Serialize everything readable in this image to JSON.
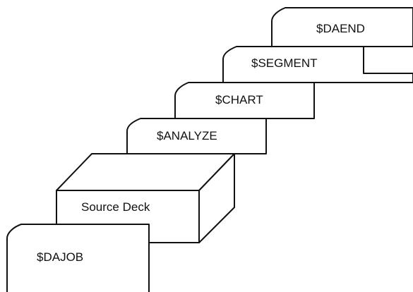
{
  "deck": {
    "cards": [
      {
        "id": "daend",
        "label": "$DAEND"
      },
      {
        "id": "segment",
        "label": "$SEGMENT"
      },
      {
        "id": "chart",
        "label": "$CHART"
      },
      {
        "id": "analyze",
        "label": "$ANALYZE"
      },
      {
        "id": "source",
        "label": "Source Deck"
      },
      {
        "id": "dajob",
        "label": "$DAJOB"
      }
    ]
  },
  "colors": {
    "ink": "#111111",
    "paper": "#ffffff"
  }
}
